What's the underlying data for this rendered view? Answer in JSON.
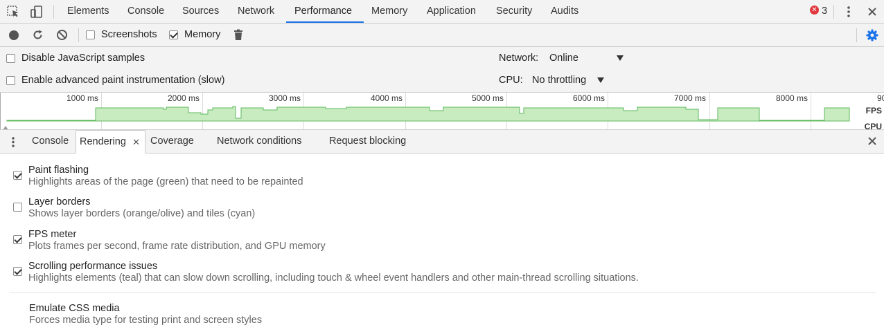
{
  "main_tabs": [
    "Elements",
    "Console",
    "Sources",
    "Network",
    "Performance",
    "Memory",
    "Application",
    "Security",
    "Audits"
  ],
  "active_main_tab": "Performance",
  "error_count": "3",
  "perf_toolbar": {
    "screenshots_label": "Screenshots",
    "screenshots_checked": false,
    "memory_label": "Memory",
    "memory_checked": true
  },
  "settings": {
    "disable_js_label": "Disable JavaScript samples",
    "disable_js_checked": false,
    "paint_instr_label": "Enable advanced paint instrumentation (slow)",
    "paint_instr_checked": false,
    "network_label": "Network:",
    "network_value": "Online",
    "cpu_label": "CPU:",
    "cpu_value": "No throttling"
  },
  "overview": {
    "ticks": [
      "1000 ms",
      "2000 ms",
      "3000 ms",
      "4000 ms",
      "5000 ms",
      "6000 ms",
      "7000 ms",
      "8000 ms",
      "90"
    ],
    "fps_label": "FPS",
    "cpu_label": "CPU",
    "fps_color": "#5cb85c",
    "fps_fill": "#c8ecc0"
  },
  "drawer_tabs": [
    "Console",
    "Rendering",
    "Coverage",
    "Network conditions",
    "Request blocking"
  ],
  "active_drawer_tab": "Rendering",
  "rendering_options": [
    {
      "title": "Paint flashing",
      "desc": "Highlights areas of the page (green) that need to be repainted",
      "checked": true
    },
    {
      "title": "Layer borders",
      "desc": "Shows layer borders (orange/olive) and tiles (cyan)",
      "checked": false
    },
    {
      "title": "FPS meter",
      "desc": "Plots frames per second, frame rate distribution, and GPU memory",
      "checked": true
    },
    {
      "title": "Scrolling performance issues",
      "desc": "Highlights elements (teal) that can slow down scrolling, including touch & wheel event handlers and other main-thread scrolling situations.",
      "checked": true
    }
  ],
  "emulate_css": {
    "title": "Emulate CSS media",
    "desc": "Forces media type for testing print and screen styles"
  },
  "accent_color": "#1a73e8"
}
